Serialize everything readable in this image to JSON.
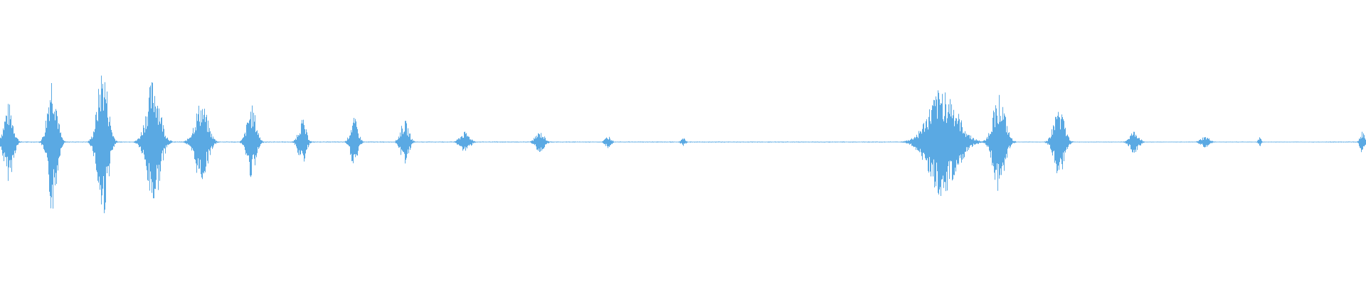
{
  "waveform": {
    "color": "#5aa9e3",
    "background": "#ffffff",
    "bursts": [
      {
        "center": 0.006,
        "width": 0.012,
        "amplitude": 0.5
      },
      {
        "center": 0.038,
        "width": 0.012,
        "amplitude": 0.92
      },
      {
        "center": 0.075,
        "width": 0.014,
        "amplitude": 0.98
      },
      {
        "center": 0.112,
        "width": 0.018,
        "amplitude": 0.82
      },
      {
        "center": 0.147,
        "width": 0.017,
        "amplitude": 0.52
      },
      {
        "center": 0.184,
        "width": 0.012,
        "amplitude": 0.47
      },
      {
        "center": 0.221,
        "width": 0.01,
        "amplitude": 0.3
      },
      {
        "center": 0.259,
        "width": 0.01,
        "amplitude": 0.31
      },
      {
        "center": 0.296,
        "width": 0.011,
        "amplitude": 0.28
      },
      {
        "center": 0.34,
        "width": 0.013,
        "amplitude": 0.13
      },
      {
        "center": 0.395,
        "width": 0.012,
        "amplitude": 0.13
      },
      {
        "center": 0.445,
        "width": 0.008,
        "amplitude": 0.08
      },
      {
        "center": 0.5,
        "width": 0.006,
        "amplitude": 0.05
      },
      {
        "center": 0.69,
        "width": 0.038,
        "amplitude": 0.7
      },
      {
        "center": 0.731,
        "width": 0.016,
        "amplitude": 0.63
      },
      {
        "center": 0.775,
        "width": 0.014,
        "amplitude": 0.45
      },
      {
        "center": 0.83,
        "width": 0.012,
        "amplitude": 0.14
      },
      {
        "center": 0.882,
        "width": 0.012,
        "amplitude": 0.07
      },
      {
        "center": 0.922,
        "width": 0.004,
        "amplitude": 0.06
      },
      {
        "center": 0.997,
        "width": 0.006,
        "amplitude": 0.14
      }
    ],
    "baseline_segments": [
      {
        "start": 0.0,
        "end": 0.66,
        "amplitude": 0.006
      },
      {
        "start": 0.66,
        "end": 0.97,
        "amplitude": 0.005
      },
      {
        "start": 0.97,
        "end": 1.0,
        "amplitude": 0.006
      }
    ]
  }
}
